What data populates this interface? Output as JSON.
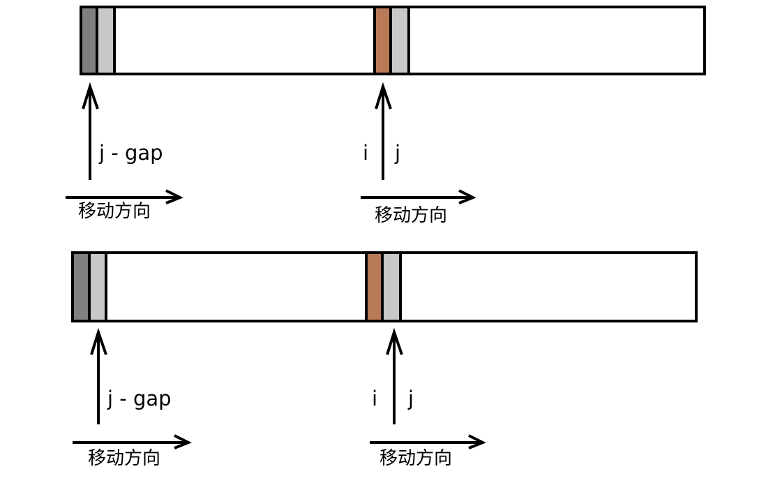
{
  "colors": {
    "dark_gray": "#808080",
    "light_gray": "#c8c8c8",
    "copper": "#b97a57",
    "outline": "#000000",
    "background": "#ffffff"
  },
  "panels": [
    {
      "left_pointer": {
        "label": "j - gap"
      },
      "right_pointer": {
        "label_i": "i",
        "label_j": "j"
      },
      "left_direction": {
        "label": "移动方向"
      },
      "right_direction": {
        "label": "移动方向"
      }
    },
    {
      "left_pointer": {
        "label": "j - gap"
      },
      "right_pointer": {
        "label_i": "i",
        "label_j": "j"
      },
      "left_direction": {
        "label": "移动方向"
      },
      "right_direction": {
        "label": "移动方向"
      }
    }
  ]
}
